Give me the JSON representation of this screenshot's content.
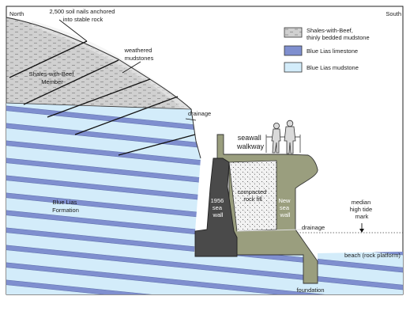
{
  "compass": {
    "north": "North",
    "south": "South"
  },
  "legend": [
    {
      "line1": "Shales-with-Beef,",
      "line2": "thinly bedded mudstone",
      "swatch": "shales"
    },
    {
      "line1": "Blue Lias limestone",
      "line2": "",
      "swatch": "limestone"
    },
    {
      "line1": "Blue Lias mudstone",
      "line2": "",
      "swatch": "mudstone"
    }
  ],
  "labels": {
    "soil_nails": [
      "2,500 soil nails anchored",
      "into stable rock"
    ],
    "weathered": [
      "weathered",
      "mudstones"
    ],
    "shales_member": [
      "Shales-with-Beef",
      "Member"
    ],
    "drainage_top": "drainage",
    "seawall_walkway": [
      "seawall",
      "walkway"
    ],
    "blue_lias_formation": [
      "Blue Lias",
      "Formation"
    ],
    "old_wall": [
      "1956",
      "sea",
      "wall"
    ],
    "fill": [
      "compacted",
      "rock fill"
    ],
    "new_wall": [
      "New",
      "sea",
      "wall"
    ],
    "tide": [
      "median",
      "high tide",
      "mark"
    ],
    "drainage_bottom": "drainage",
    "beach": "beach (rock platform)",
    "foundation": "foundation"
  },
  "colors": {
    "mudstone": "#d3ecfa",
    "limestone": "#7f8fcf",
    "shales": "#d0d0d0",
    "old_wall": "#4a4a4a",
    "new_wall": "#9a9e7e",
    "fill": "#f2f2f2"
  }
}
